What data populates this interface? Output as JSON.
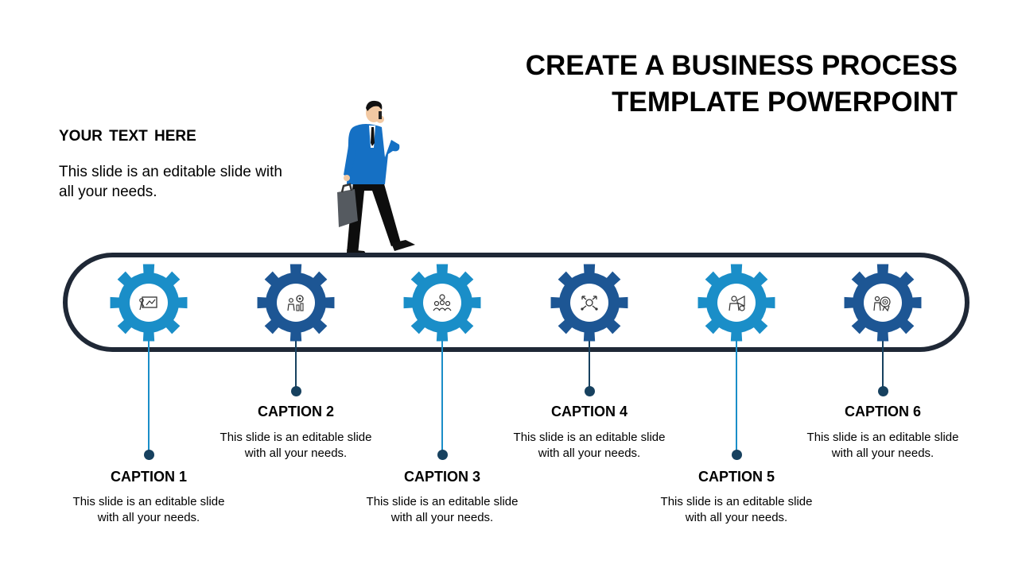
{
  "title": {
    "line1": "CREATE A BUSINESS PROCESS",
    "line2": "TEMPLATE POWERPOINT"
  },
  "intro": {
    "heading": "YOUR  TEXT HERE",
    "body": "This slide is an editable slide with all your needs."
  },
  "colors": {
    "light_blue": "#1a8ec8",
    "dark_blue": "#1d5694",
    "track": "#1f2836",
    "stem_dark": "#17415f"
  },
  "steps": [
    {
      "caption": "CAPTION 1",
      "text": "This slide is an editable slide with all your needs.",
      "icon": "presentation-chart-icon",
      "gear_color": "light_blue",
      "position": "bottom"
    },
    {
      "caption": "CAPTION 2",
      "text": "This slide is an editable slide with all your needs.",
      "icon": "teamwork-gear-icon",
      "gear_color": "dark_blue",
      "position": "top"
    },
    {
      "caption": "CAPTION 3",
      "text": "This slide is an editable slide with all your needs.",
      "icon": "team-network-icon",
      "gear_color": "light_blue",
      "position": "bottom"
    },
    {
      "caption": "CAPTION 4",
      "text": "This slide is an editable slide with all your needs.",
      "icon": "process-arrows-icon",
      "gear_color": "dark_blue",
      "position": "top"
    },
    {
      "caption": "CAPTION 5",
      "text": "This slide is an editable slide with all your needs.",
      "icon": "vision-target-icon",
      "gear_color": "light_blue",
      "position": "bottom"
    },
    {
      "caption": "CAPTION 6",
      "text": "This slide is an editable slide with all your needs.",
      "icon": "goal-strategy-icon",
      "gear_color": "dark_blue",
      "position": "top"
    }
  ]
}
